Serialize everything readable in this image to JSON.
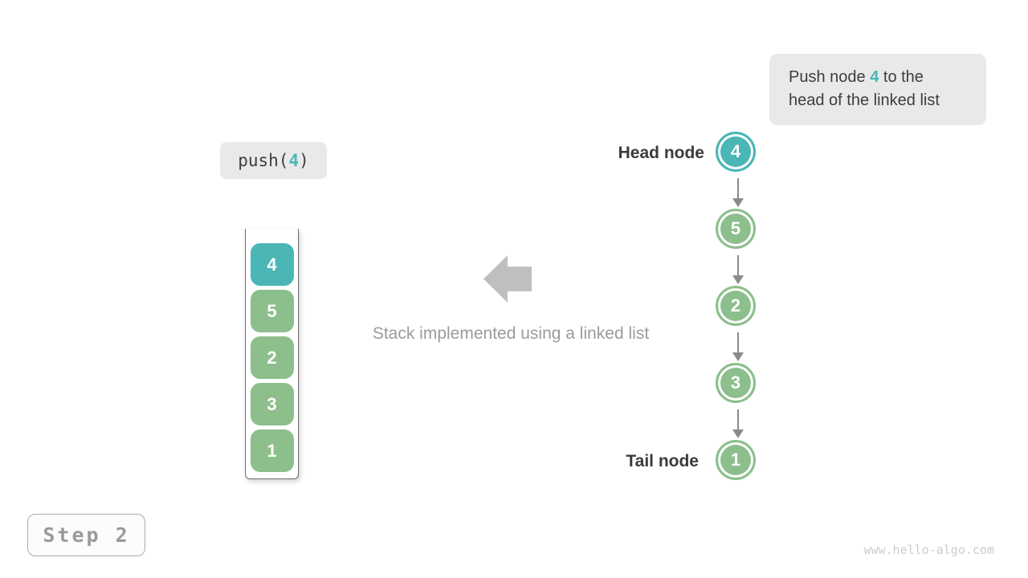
{
  "colors": {
    "teal": "#4ab6b6",
    "green": "#8cbf8c",
    "darktext": "#3d3d3d",
    "graytext": "#9b9b9b",
    "blockarrow": "#bfbfbf",
    "connector": "#8a8a8a"
  },
  "note": {
    "prefix": "Push node ",
    "value": "4",
    "suffix": " to the\nhead of the linked list"
  },
  "code_chip": {
    "prefix": "push(",
    "value": "4",
    "suffix": ")"
  },
  "caption": "Stack implemented using a linked list",
  "stack": {
    "items": [
      {
        "value": "4",
        "highlight": true
      },
      {
        "value": "5",
        "highlight": false
      },
      {
        "value": "2",
        "highlight": false
      },
      {
        "value": "3",
        "highlight": false
      },
      {
        "value": "1",
        "highlight": false
      }
    ]
  },
  "linked_list": {
    "head_label": "Head node",
    "tail_label": "Tail node",
    "nodes": [
      {
        "value": "4",
        "highlight": true
      },
      {
        "value": "5",
        "highlight": false
      },
      {
        "value": "2",
        "highlight": false
      },
      {
        "value": "3",
        "highlight": false
      },
      {
        "value": "1",
        "highlight": false
      }
    ]
  },
  "icons": {
    "mid_arrow": "left-block-arrow",
    "node_connector": "down-arrow"
  },
  "step_label": "Step 2",
  "watermark": "www.hello-algo.com"
}
